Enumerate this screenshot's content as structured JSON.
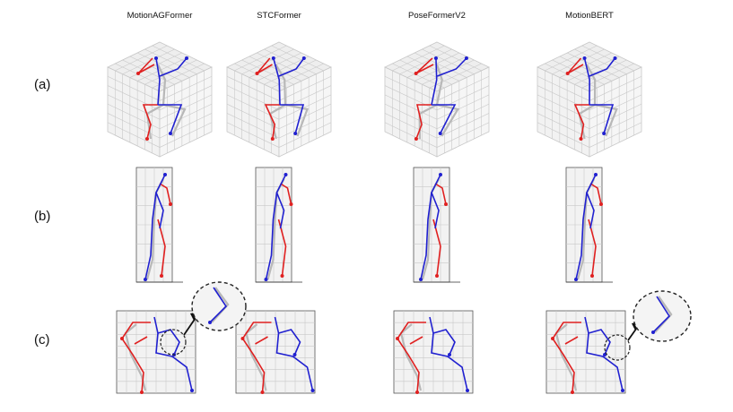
{
  "figure": {
    "column_titles": [
      "MotionAGFormer",
      "STCFormer",
      "PoseFormerV2",
      "MotionBERT"
    ],
    "row_labels": [
      "(a)",
      "(b)",
      "(c)"
    ],
    "colors": {
      "prediction_right": "#e02020",
      "prediction_left": "#2020d0",
      "ground_truth": "#b8b8b8",
      "grid_line": "#c8c8c8",
      "pane_fill": "#f2f2f2",
      "zoom_circle": "#222222"
    },
    "zoom_insets": [
      {
        "row": "(c)",
        "column": "MotionAGFormer"
      },
      {
        "row": "(c)",
        "column": "MotionBERT"
      }
    ]
  }
}
